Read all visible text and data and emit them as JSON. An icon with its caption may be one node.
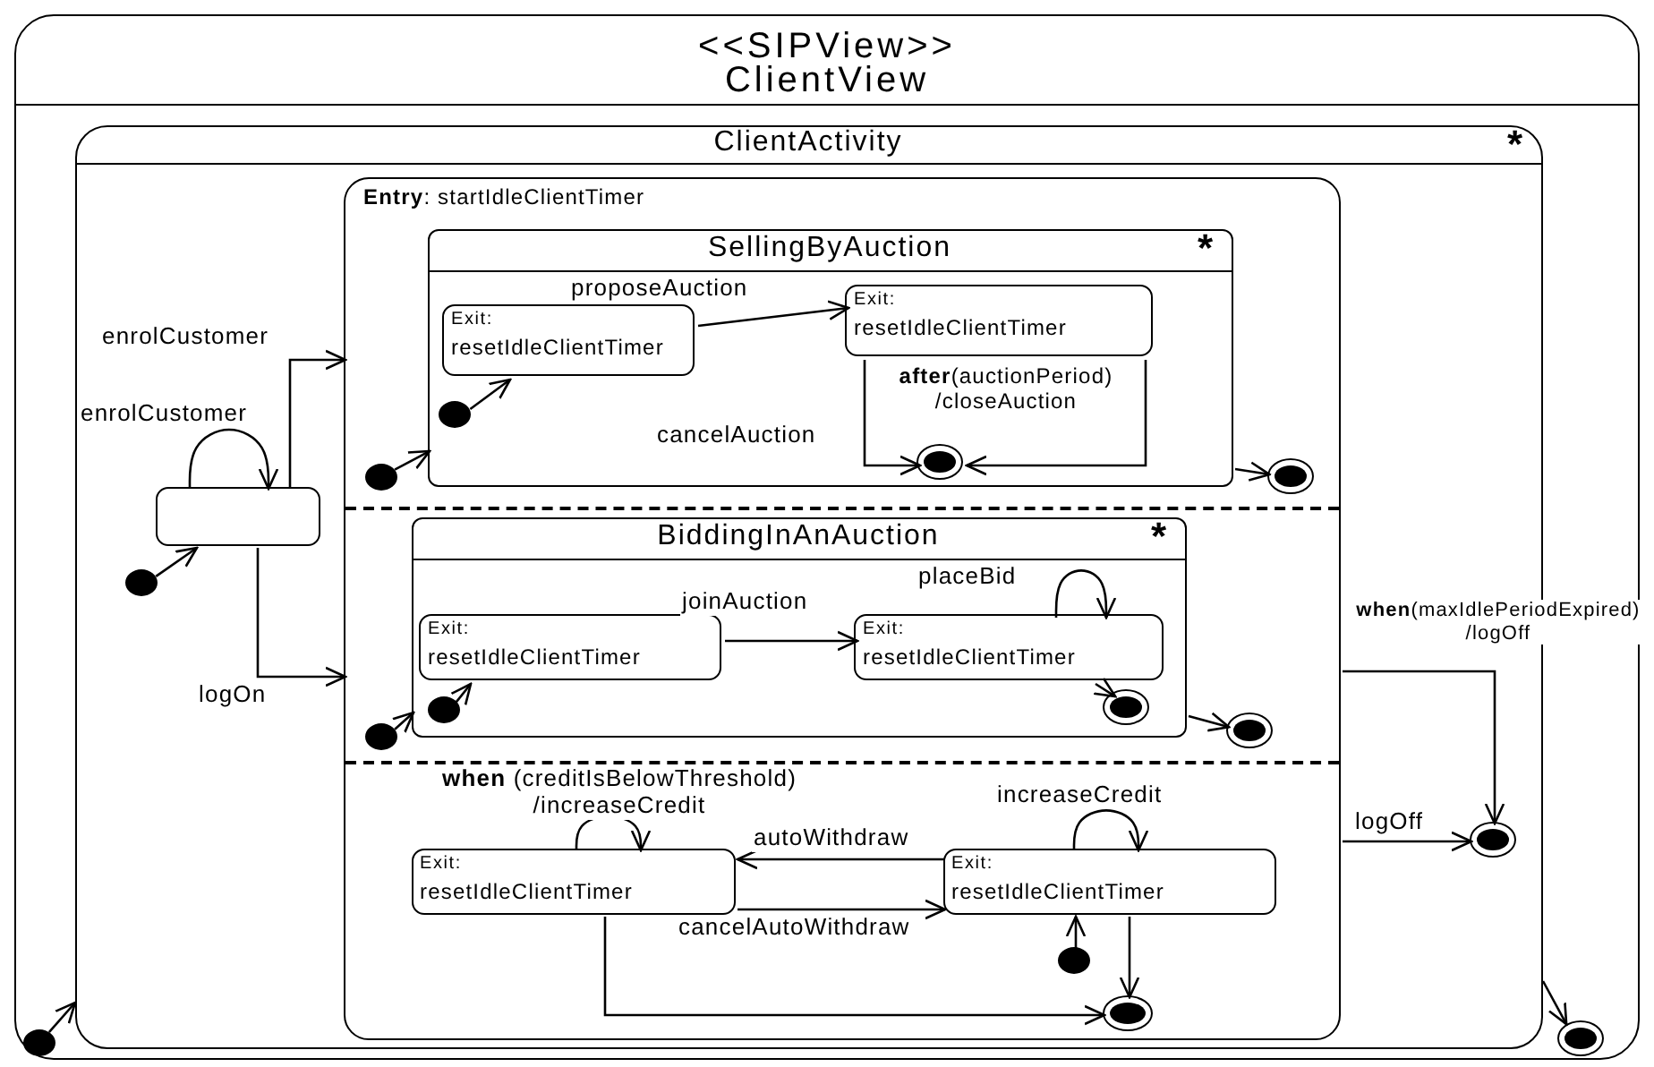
{
  "diagram": {
    "nodes": [
      {
        "text": [
          "<<SIPView>>",
          "ClientView"
        ]
      },
      {
        "text": [],
        "shape": "circle",
        "in": 0
      },
      {
        "text": [],
        "shape": "circle",
        "in": 0
      },
      {
        "text": [
          "ClientActivity",
          "*"
        ],
        "in": 0
      },
      {
        "text": [],
        "shape": "circle",
        "in": 3
      },
      {
        "text": [],
        "shape": "box",
        "in": 3
      },
      {
        "text": [
          "**Entry**: startIdleClientTimer"
        ],
        "in": 3
      },
      {
        "text": [],
        "shape": "circle",
        "in": 3
      },
      {
        "text": [],
        "shape": "circle",
        "in": 6
      },
      {
        "text": [
          "SellingByAuction",
          "*"
        ],
        "in": 6
      },
      {
        "text": [],
        "shape": "circle",
        "in": 9
      },
      {
        "text": [
          "Exit:",
          "resetIdleClientTimer"
        ],
        "in": 9
      },
      {
        "text": [
          "Exit:",
          "resetIdleClientTimer"
        ],
        "in": 9
      },
      {
        "text": [],
        "shape": "circle",
        "in": 9
      },
      {
        "text": [],
        "shape": "circle",
        "in": 6
      },
      {
        "text": [],
        "shape": "circle",
        "in": 6
      },
      {
        "text": [
          "BiddingInAnAuction",
          "*"
        ],
        "in": 6
      },
      {
        "text": [],
        "shape": "circle",
        "in": 16
      },
      {
        "text": [
          "Exit:",
          "resetIdleClientTimer"
        ],
        "in": 16
      },
      {
        "text": [
          "Exit:",
          "resetIdleClientTimer"
        ],
        "in": 16
      },
      {
        "text": [],
        "shape": "circle",
        "in": 16
      },
      {
        "text": [],
        "shape": "circle",
        "in": 6
      },
      {
        "text": [
          "Exit:",
          "resetIdleClientTimer"
        ],
        "in": 6
      },
      {
        "text": [
          "Exit:",
          "resetIdleClientTimer"
        ],
        "in": 6
      },
      {
        "text": [],
        "shape": "circle",
        "in": 6
      },
      {
        "text": [],
        "shape": "circle",
        "in": 6
      }
    ],
    "edges": [
      {
        "from": 1,
        "to": 3,
        "arrow": "to"
      },
      {
        "from": 3,
        "to": 2,
        "arrow": "to"
      },
      {
        "from": 4,
        "to": 5,
        "arrow": "to"
      },
      {
        "from": 5,
        "to": 5,
        "label": "enrolCustomer",
        "arrow": "to"
      },
      {
        "from": 5,
        "to": 6,
        "label": "enrolCustomer",
        "arrow": "to"
      },
      {
        "from": 5,
        "to": 6,
        "label": "logOn",
        "arrow": "to"
      },
      {
        "from": 6,
        "to": 7,
        "label": "**when**(maxIdlePeriodExpired) /logOff",
        "arrow": "to"
      },
      {
        "from": 6,
        "to": 7,
        "label": "logOff",
        "arrow": "to"
      },
      {
        "from": 8,
        "to": 9,
        "arrow": "to"
      },
      {
        "from": 10,
        "to": 11,
        "arrow": "to"
      },
      {
        "from": 11,
        "to": 12,
        "label": "proposeAuction",
        "arrow": "to"
      },
      {
        "from": 12,
        "to": 13,
        "label": "cancelAuction",
        "arrow": "to"
      },
      {
        "from": 12,
        "to": 13,
        "label": "**after**(auctionPeriod) /closeAuction",
        "arrow": "to"
      },
      {
        "from": 9,
        "to": 14,
        "arrow": "to"
      },
      {
        "from": 15,
        "to": 16,
        "arrow": "to"
      },
      {
        "from": 17,
        "to": 18,
        "arrow": "to"
      },
      {
        "from": 18,
        "to": 19,
        "label": "joinAuction",
        "arrow": "to"
      },
      {
        "from": 19,
        "to": 19,
        "label": "placeBid",
        "arrow": "to"
      },
      {
        "from": 19,
        "to": 20,
        "arrow": "to"
      },
      {
        "from": 16,
        "to": 21,
        "arrow": "to"
      },
      {
        "from": 22,
        "to": 22,
        "label": "**when** (creditIsBelowThreshold) /increaseCredit",
        "arrow": "to"
      },
      {
        "from": 23,
        "to": 22,
        "label": "autoWithdraw",
        "arrow": "to"
      },
      {
        "from": 22,
        "to": 23,
        "label": "cancelAutoWithdraw",
        "arrow": "to"
      },
      {
        "from": 23,
        "to": 23,
        "label": "increaseCredit",
        "arrow": "to"
      },
      {
        "from": 24,
        "to": 23,
        "arrow": "to"
      },
      {
        "from": 23,
        "to": 25,
        "arrow": "to"
      },
      {
        "from": 22,
        "to": 25,
        "arrow": "to"
      }
    ]
  }
}
